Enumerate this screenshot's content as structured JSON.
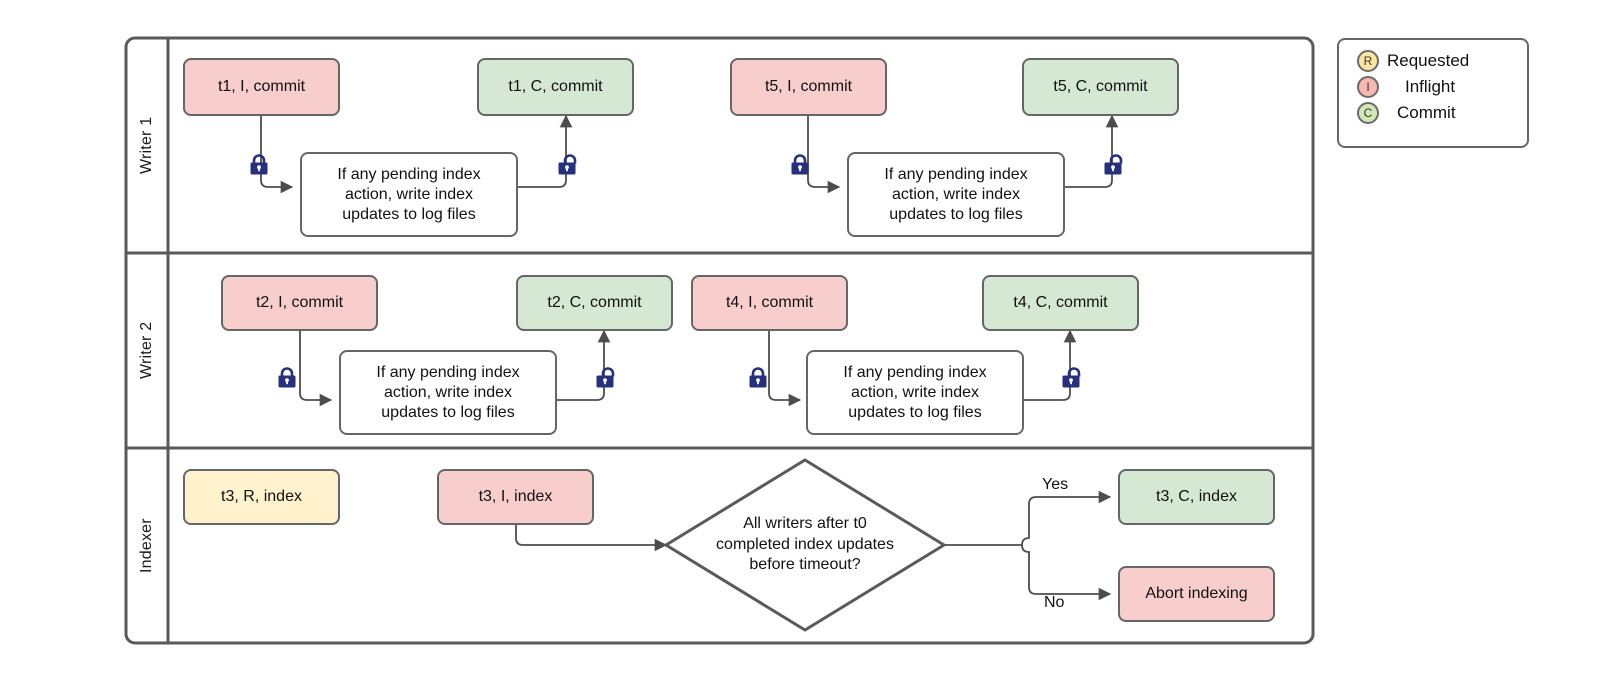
{
  "diagram": {
    "title": "Writer / Indexer concurrency swimlane flowchart",
    "colors": {
      "pink": "#f8cecc",
      "green": "#d5e8d4",
      "yellow": "#fff2cc",
      "stroke": "#666666",
      "lock": "#27307c"
    }
  },
  "lanes": [
    {
      "id": "writer-1",
      "label": "Writer 1"
    },
    {
      "id": "writer-2",
      "label": "Writer 2"
    },
    {
      "id": "indexer",
      "label": "Indexer"
    }
  ],
  "process_text": "If any pending index action, write index updates to log files",
  "process_lines": [
    "If any pending index",
    "action, write index",
    "updates to log files"
  ],
  "writer1": {
    "n1": "t1, I, commit",
    "n2": "t1, C, commit",
    "n3": "t5, I, commit",
    "n4": "t5, C, commit",
    "p1": [
      "If any pending index",
      "action, write index",
      "updates to log files"
    ],
    "p2": [
      "If any pending index",
      "action, write index",
      "updates to log files"
    ]
  },
  "writer2": {
    "n1": "t2, I, commit",
    "n2": "t2, C, commit",
    "n3": "t4, I, commit",
    "n4": "t4, C, commit",
    "p1": [
      "If any pending index",
      "action, write index",
      "updates to log files"
    ],
    "p2": [
      "If any pending index",
      "action, write index",
      "updates to log files"
    ]
  },
  "indexer": {
    "requested": "t3, R, index",
    "inflight": "t3, I, index",
    "decision": [
      "All writers after t0",
      "completed index updates",
      "before timeout?"
    ],
    "decision_text": "All writers after t0 completed index updates before timeout?",
    "yes_label": "Yes",
    "no_label": "No",
    "commit": "t3, C, index",
    "abort": "Abort indexing"
  },
  "legend": {
    "items": [
      {
        "code": "R",
        "label": "Requested",
        "color": "#ffe6a0"
      },
      {
        "code": "I",
        "label": "Inflight",
        "color": "#f8b7b0"
      },
      {
        "code": "C",
        "label": "Commit",
        "color": "#cfe8b6"
      }
    ]
  },
  "icons": {
    "locked": "padlock-closed-icon",
    "unlocked": "padlock-open-icon"
  }
}
